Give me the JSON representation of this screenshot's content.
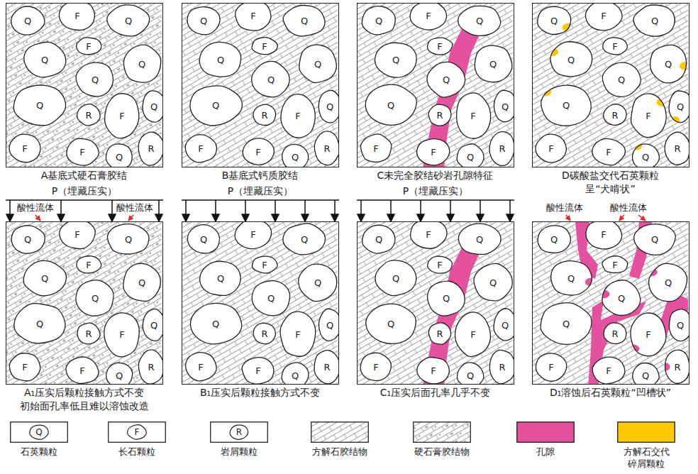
{
  "diagram": {
    "nodes": [
      {
        "text": [
          "A基底式硬石膏胶结"
        ]
      },
      {
        "text": [
          "Q"
        ],
        "in": 0
      },
      {
        "text": [
          "F"
        ],
        "in": 0
      },
      {
        "text": [
          "Q"
        ],
        "in": 0
      },
      {
        "text": [
          "F"
        ],
        "in": 0
      },
      {
        "text": [
          "Q"
        ],
        "in": 0
      },
      {
        "text": [
          "Q"
        ],
        "in": 0
      },
      {
        "text": [
          "Q"
        ],
        "in": 0
      },
      {
        "text": [
          "Q"
        ],
        "in": 0
      },
      {
        "text": [
          "R"
        ],
        "in": 0
      },
      {
        "text": [
          "F"
        ],
        "in": 0
      },
      {
        "text": [
          "Q"
        ],
        "in": 0
      },
      {
        "text": [
          "F"
        ],
        "in": 0
      },
      {
        "text": [
          "F"
        ],
        "in": 0
      },
      {
        "text": [
          "Q"
        ],
        "in": 0
      },
      {
        "text": [
          "R"
        ],
        "in": 0
      },
      {
        "text": [
          "B基底式钙质胶结"
        ]
      },
      {
        "text": [
          "Q"
        ],
        "in": 16
      },
      {
        "text": [
          "F"
        ],
        "in": 16
      },
      {
        "text": [
          "Q"
        ],
        "in": 16
      },
      {
        "text": [
          "F"
        ],
        "in": 16
      },
      {
        "text": [
          "Q"
        ],
        "in": 16
      },
      {
        "text": [
          "Q"
        ],
        "in": 16
      },
      {
        "text": [
          "Q"
        ],
        "in": 16
      },
      {
        "text": [
          "Q"
        ],
        "in": 16
      },
      {
        "text": [
          "R"
        ],
        "in": 16
      },
      {
        "text": [
          "F"
        ],
        "in": 16
      },
      {
        "text": [
          "Q"
        ],
        "in": 16
      },
      {
        "text": [
          "F"
        ],
        "in": 16
      },
      {
        "text": [
          "F"
        ],
        "in": 16
      },
      {
        "text": [
          "Q"
        ],
        "in": 16
      },
      {
        "text": [
          "R"
        ],
        "in": 16
      },
      {
        "text": [
          "C未完全胶结砂岩孔隙特征"
        ]
      },
      {
        "text": [
          "Q"
        ],
        "in": 32
      },
      {
        "text": [
          "F"
        ],
        "in": 32
      },
      {
        "text": [
          "Q"
        ],
        "in": 32
      },
      {
        "text": [
          "F"
        ],
        "in": 32
      },
      {
        "text": [
          "Q"
        ],
        "in": 32
      },
      {
        "text": [
          "Q"
        ],
        "in": 32
      },
      {
        "text": [
          "Q"
        ],
        "in": 32
      },
      {
        "text": [
          "Q"
        ],
        "in": 32
      },
      {
        "text": [
          "R"
        ],
        "in": 32
      },
      {
        "text": [
          "F"
        ],
        "in": 32
      },
      {
        "text": [
          "Q"
        ],
        "in": 32
      },
      {
        "text": [
          "F"
        ],
        "in": 32
      },
      {
        "text": [
          "F"
        ],
        "in": 32
      },
      {
        "text": [
          "Q"
        ],
        "in": 32
      },
      {
        "text": [
          "R"
        ],
        "in": 32
      },
      {
        "text": [
          "D碳酸盐交代石英颗粒 呈“犬啃状”"
        ]
      },
      {
        "text": [
          "Q"
        ],
        "in": 48
      },
      {
        "text": [
          "F"
        ],
        "in": 48
      },
      {
        "text": [
          "Q"
        ],
        "in": 48
      },
      {
        "text": [
          "F"
        ],
        "in": 48
      },
      {
        "text": [
          "Q"
        ],
        "in": 48
      },
      {
        "text": [
          "Q"
        ],
        "in": 48
      },
      {
        "text": [
          "Q"
        ],
        "in": 48
      },
      {
        "text": [
          "Q"
        ],
        "in": 48
      },
      {
        "text": [
          "R"
        ],
        "in": 48
      },
      {
        "text": [
          "F"
        ],
        "in": 48
      },
      {
        "text": [
          "Q"
        ],
        "in": 48
      },
      {
        "text": [
          "F"
        ],
        "in": 48
      },
      {
        "text": [
          "F"
        ],
        "in": 48
      },
      {
        "text": [
          "Q"
        ],
        "in": 48
      },
      {
        "text": [
          "R"
        ],
        "in": 48
      },
      {
        "text": [
          "A₁压实后颗粒接触方式不变 初始面孔率低且难以溶蚀改造"
        ]
      },
      {
        "text": [
          "Q"
        ],
        "in": 64
      },
      {
        "text": [
          "F"
        ],
        "in": 64
      },
      {
        "text": [
          "Q"
        ],
        "in": 64
      },
      {
        "text": [
          "F"
        ],
        "in": 64
      },
      {
        "text": [
          "Q"
        ],
        "in": 64
      },
      {
        "text": [
          "Q"
        ],
        "in": 64
      },
      {
        "text": [
          "Q"
        ],
        "in": 64
      },
      {
        "text": [
          "Q"
        ],
        "in": 64
      },
      {
        "text": [
          "R"
        ],
        "in": 64
      },
      {
        "text": [
          "F"
        ],
        "in": 64
      },
      {
        "text": [
          "Q"
        ],
        "in": 64
      },
      {
        "text": [
          "F"
        ],
        "in": 64
      },
      {
        "text": [
          "F"
        ],
        "in": 64
      },
      {
        "text": [
          "Q"
        ],
        "in": 64
      },
      {
        "text": [
          "R"
        ],
        "in": 64
      },
      {
        "text": [
          "B₁压实后颗粒接触方式不变"
        ]
      },
      {
        "text": [
          "Q"
        ],
        "in": 80
      },
      {
        "text": [
          "F"
        ],
        "in": 80
      },
      {
        "text": [
          "Q"
        ],
        "in": 80
      },
      {
        "text": [
          "F"
        ],
        "in": 80
      },
      {
        "text": [
          "Q"
        ],
        "in": 80
      },
      {
        "text": [
          "Q"
        ],
        "in": 80
      },
      {
        "text": [
          "Q"
        ],
        "in": 80
      },
      {
        "text": [
          "Q"
        ],
        "in": 80
      },
      {
        "text": [
          "R"
        ],
        "in": 80
      },
      {
        "text": [
          "F"
        ],
        "in": 80
      },
      {
        "text": [
          "Q"
        ],
        "in": 80
      },
      {
        "text": [
          "F"
        ],
        "in": 80
      },
      {
        "text": [
          "F"
        ],
        "in": 80
      },
      {
        "text": [
          "Q"
        ],
        "in": 80
      },
      {
        "text": [
          "R"
        ],
        "in": 80
      },
      {
        "text": [
          "C₁压实后面孔率几乎不变"
        ]
      },
      {
        "text": [
          "Q"
        ],
        "in": 96
      },
      {
        "text": [
          "F"
        ],
        "in": 96
      },
      {
        "text": [
          "Q"
        ],
        "in": 96
      },
      {
        "text": [
          "F"
        ],
        "in": 96
      },
      {
        "text": [
          "Q"
        ],
        "in": 96
      },
      {
        "text": [
          "Q"
        ],
        "in": 96
      },
      {
        "text": [
          "Q"
        ],
        "in": 96
      },
      {
        "text": [
          "Q"
        ],
        "in": 96
      },
      {
        "text": [
          "R"
        ],
        "in": 96
      },
      {
        "text": [
          "F"
        ],
        "in": 96
      },
      {
        "text": [
          "Q"
        ],
        "in": 96
      },
      {
        "text": [
          "F"
        ],
        "in": 96
      },
      {
        "text": [
          "F"
        ],
        "in": 96
      },
      {
        "text": [
          "Q"
        ],
        "in": 96
      },
      {
        "text": [
          "R"
        ],
        "in": 96
      },
      {
        "text": [
          "D₁溶蚀后石英颗粒“凹槽状”"
        ]
      },
      {
        "text": [
          "Q"
        ],
        "in": 112
      },
      {
        "text": [
          "F"
        ],
        "in": 112
      },
      {
        "text": [
          "Q"
        ],
        "in": 112
      },
      {
        "text": [
          "F"
        ],
        "in": 112
      },
      {
        "text": [
          "Q"
        ],
        "in": 112
      },
      {
        "text": [
          "Q"
        ],
        "in": 112
      },
      {
        "text": [
          "Q"
        ],
        "in": 112
      },
      {
        "text": [
          "Q"
        ],
        "in": 112
      },
      {
        "text": [
          "R"
        ],
        "in": 112
      },
      {
        "text": [
          "F"
        ],
        "in": 112
      },
      {
        "text": [
          "Q"
        ],
        "in": 112
      },
      {
        "text": [
          "F"
        ],
        "in": 112
      },
      {
        "text": [
          "F"
        ],
        "in": 112
      },
      {
        "text": [
          "Q"
        ],
        "in": 112
      },
      {
        "text": [
          "R"
        ],
        "in": 112
      }
    ],
    "labels": [
      "P（埋藏压实）",
      "P（埋藏压实）",
      "P（埋藏压实）",
      "酸性流体",
      "酸性流体",
      "酸性流体",
      "酸性流体",
      "Q",
      "F",
      "R"
    ],
    "legend": [
      {
        "text": "石英颗粒"
      },
      {
        "text": "长石颗粒"
      },
      {
        "text": "岩屑颗粒"
      },
      {
        "text": "方解石胶结物"
      },
      {
        "text": "硬石膏胶结物"
      },
      {
        "text": "孔隙",
        "color": "#e4519f"
      },
      {
        "text": "方解石交代 碎屑颗粒",
        "color": "#fcc800"
      }
    ]
  }
}
